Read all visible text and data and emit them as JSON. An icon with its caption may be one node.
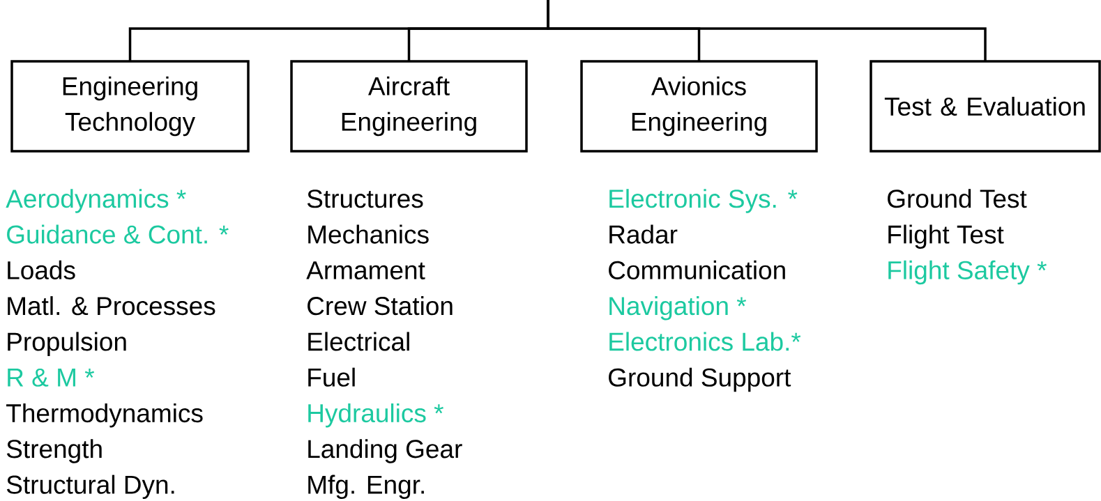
{
  "diagram": {
    "nodes": [
      {
        "text": [
          "Engineering Technology"
        ],
        "beside": [
          "Aerodynamics *",
          "Guidance & Cont. *",
          "Loads",
          "Matl. & Processes",
          "Propulsion",
          "R & M *",
          "Thermodynamics",
          "Strength",
          "Structural Dyn."
        ]
      },
      {
        "text": [
          "Aircraft Engineering"
        ],
        "beside": [
          "Structures",
          "Mechanics",
          "Armament",
          "Crew Station",
          "Electrical",
          "Fuel",
          "Hydraulics *",
          "Landing Gear",
          "Mfg. Engr."
        ]
      },
      {
        "text": [
          "Avionics Engineering"
        ],
        "beside": [
          "Electronic Sys. *",
          "Radar",
          "Communication",
          "Navigation *",
          "Electronics Lab.*",
          "Ground Support"
        ]
      },
      {
        "text": [
          "Test & Evaluation"
        ],
        "beside": [
          "Ground Test",
          "Flight Test",
          "Flight Safety *"
        ]
      }
    ],
    "edges": [
      {
        "from": null,
        "to": 0,
        "arrow": "none"
      },
      {
        "from": null,
        "to": 1,
        "arrow": "none"
      },
      {
        "from": null,
        "to": 2,
        "arrow": "none"
      },
      {
        "from": null,
        "to": 3,
        "arrow": "none"
      }
    ]
  }
}
